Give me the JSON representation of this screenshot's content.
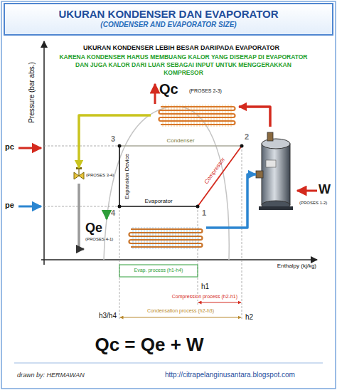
{
  "diagram": {
    "title": "UKURAN KONDENSER DAN EVAPORATOR",
    "nodes": [
      {
        "text": [
          "Qc",
          "(PROSES 2-3)"
        ]
      },
      {
        "text": [
          "(PROSES 3-4)"
        ]
      },
      {
        "text": [
          "Qe",
          "(PROSES 4-1)"
        ]
      },
      {
        "text": [
          "W",
          "(PROSES 1-2)"
        ]
      }
    ],
    "edges": [
      {
        "from": 3,
        "to": 0,
        "arrow": "to"
      },
      {
        "from": 0,
        "to": 1,
        "arrow": "to"
      },
      {
        "from": 1,
        "to": 2,
        "arrow": "to"
      },
      {
        "from": 2,
        "to": 3,
        "arrow": "to"
      }
    ],
    "labels": [
      "(CONDENSER AND EVAPORATOR SIZE)",
      "UKURAN KONDENSER LEBIH BESAR DARIPADA EVAPORATOR",
      "KARENA KONDENSER HARUS MEMBUANG KALOR YANG DISERAP DI EVAPORATOR DAN JUGA KALOR DARI LUAR SEBAGAI INPUT UNTUK MENGGERAKKAN KOMPRESOR",
      "Pressure (bar abs.)",
      "pc",
      "pe",
      "3",
      "2",
      "4",
      "1",
      "Condenser",
      "Expansion Device",
      "Compressor",
      "Evaporator",
      "Enthalpy (kj/kg)",
      "Evap. process (h1-h4)",
      "h1",
      "Compression process (h2-h1)",
      "h3/h4",
      "Condensation process (h2-h3)",
      "h2",
      "Qc = Qe + W",
      "drawn by: HERMAWAN",
      "http://citrapelanginusantara.blogspot.com"
    ]
  }
}
